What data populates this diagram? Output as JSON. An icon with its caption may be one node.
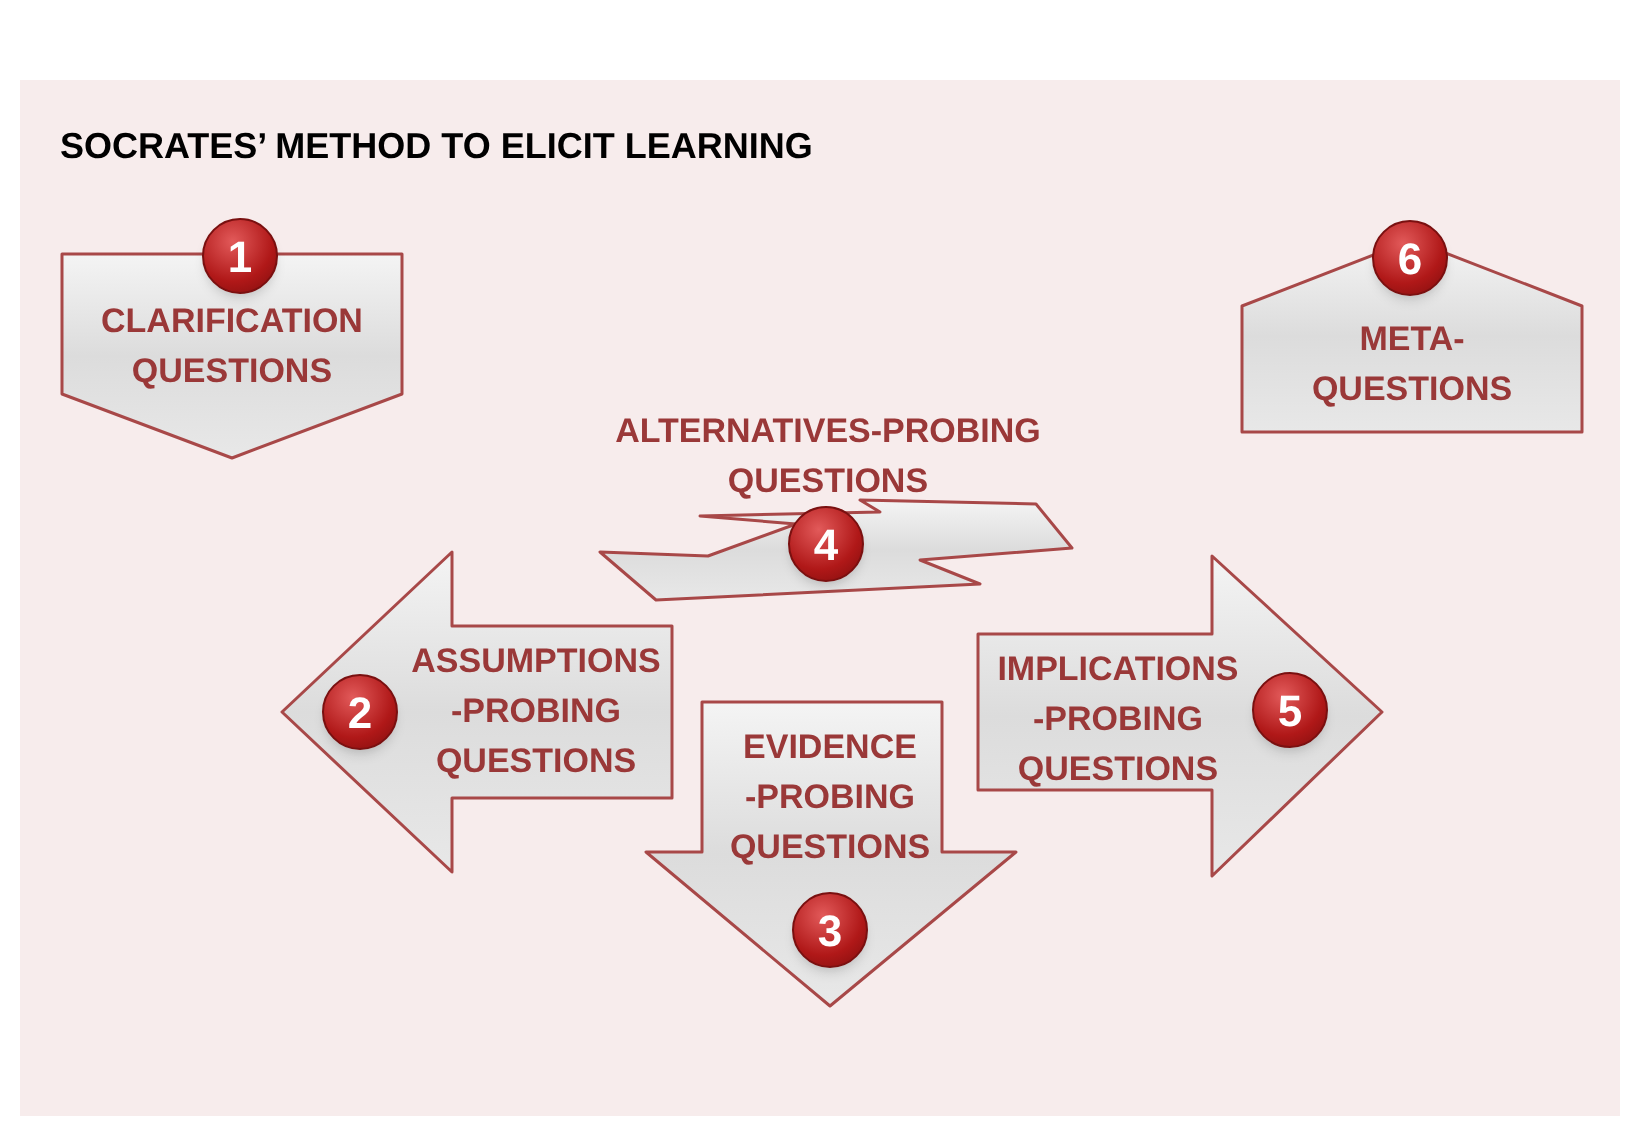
{
  "diagram": {
    "title": "SOCRATES’ METHOD TO ELICIT LEARNING",
    "nodes": [
      {
        "text": [
          "1",
          "CLARIFICATION QUESTIONS"
        ]
      },
      {
        "text": [
          "2",
          "ASSUMPTIONS -PROBING QUESTIONS"
        ]
      },
      {
        "text": [
          "EVIDENCE -PROBING QUESTIONS",
          "3"
        ]
      },
      {
        "text": [
          "ALTERNATIVES-PROBING QUESTIONS",
          "4"
        ]
      },
      {
        "text": [
          "IMPLICATIONS -PROBING QUESTIONS",
          "5"
        ]
      },
      {
        "text": [
          "6",
          "META- QUESTIONS"
        ]
      }
    ]
  }
}
